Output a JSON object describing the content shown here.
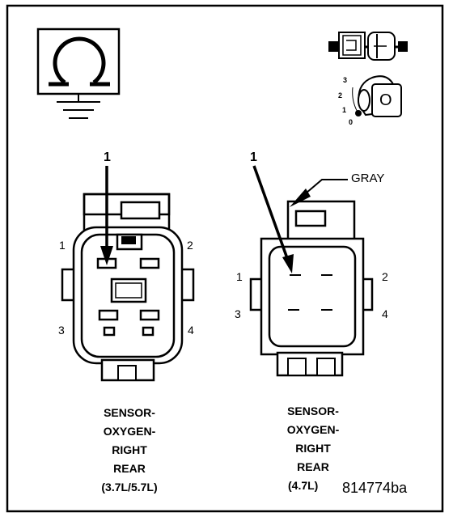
{
  "symbols": {
    "ohmmeter": "ohm-ground-icon",
    "connector": "connector-icon",
    "ignition": "ignition-key-icon",
    "key_positions": [
      "3",
      "2",
      "1",
      "0"
    ],
    "key_letter": "O"
  },
  "connector_left": {
    "callout": "1",
    "pins": [
      "1",
      "2",
      "3",
      "4"
    ],
    "caption_lines": [
      "SENSOR-",
      "OXYGEN-",
      "RIGHT",
      "REAR",
      "(3.7L/5.7L)"
    ]
  },
  "connector_right": {
    "callout": "1",
    "color_label": "GRAY",
    "pins": [
      "1",
      "2",
      "3",
      "4"
    ],
    "caption_lines": [
      "SENSOR-",
      "OXYGEN-",
      "RIGHT",
      "REAR",
      "(4.7L)"
    ]
  },
  "figure_id": "814774ba"
}
